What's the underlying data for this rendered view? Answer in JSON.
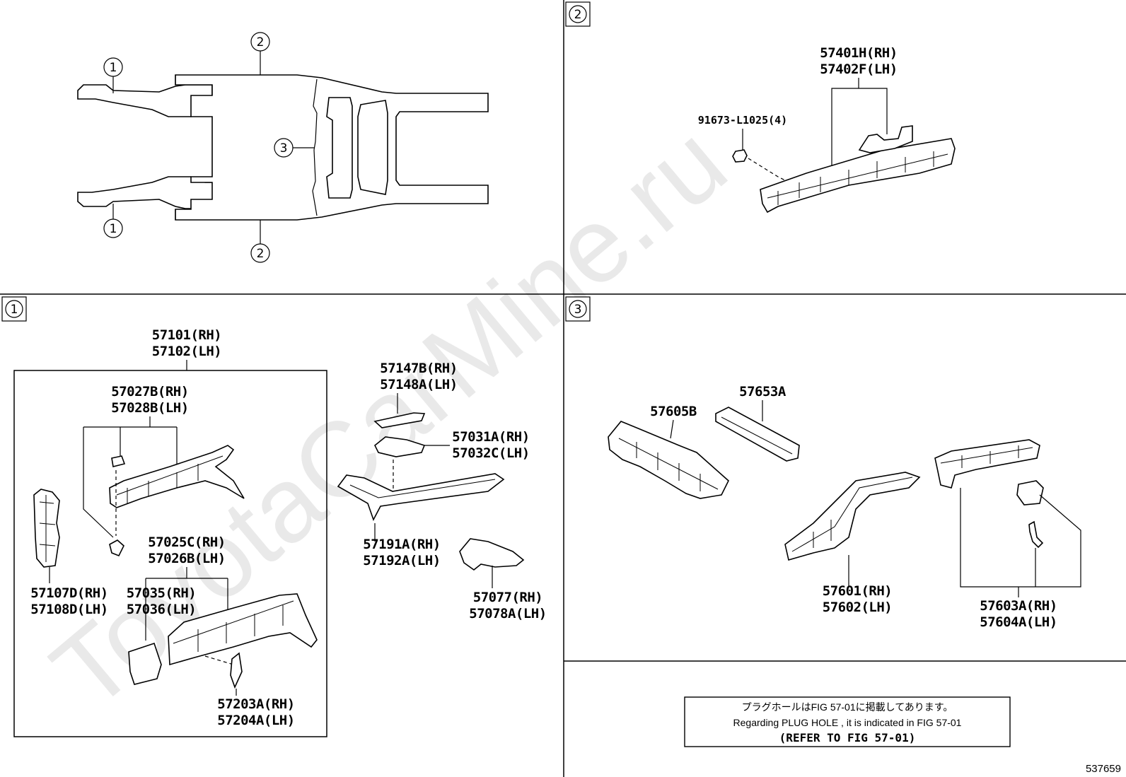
{
  "watermark": "ToyotaCarMine.ru",
  "figure_number": "537659",
  "overview": {
    "callout_1": "1",
    "callout_2": "2",
    "callout_3": "3"
  },
  "section_2": {
    "marker": "2",
    "parts": {
      "rail_rh": "57401H(RH)",
      "rail_lh": "57402F(LH)",
      "nut": "91673-L1025(4)"
    }
  },
  "section_1": {
    "marker": "1",
    "parts": {
      "main_rh": "57101(RH)",
      "main_lh": "57102(LH)",
      "p57027_rh": "57027B(RH)",
      "p57028_lh": "57028B(LH)",
      "p57107_rh": "57107D(RH)",
      "p57108_lh": "57108D(LH)",
      "p57025_rh": "57025C(RH)",
      "p57026_lh": "57026B(LH)",
      "p57035_rh": "57035(RH)",
      "p57036_lh": "57036(LH)",
      "p57203_rh": "57203A(RH)",
      "p57204_lh": "57204A(LH)",
      "p57147_rh": "57147B(RH)",
      "p57148_lh": "57148A(LH)",
      "p57031_rh": "57031A(RH)",
      "p57032_lh": "57032C(LH)",
      "p57191_rh": "57191A(RH)",
      "p57192_lh": "57192A(LH)",
      "p57077_rh": "57077(RH)",
      "p57078_lh": "57078A(LH)"
    }
  },
  "section_3": {
    "marker": "3",
    "parts": {
      "p57653": "57653A",
      "p57605": "57605B",
      "p57601_rh": "57601(RH)",
      "p57602_lh": "57602(LH)",
      "p57603_rh": "57603A(RH)",
      "p57604_lh": "57604A(LH)"
    }
  },
  "note": {
    "japanese": "プラグホールはFIG 57-01に掲載してあります。",
    "english": "Regarding  PLUG  HOLE , it is indicated in FIG  57-01",
    "refer": "(REFER TO FIG 57-01)"
  }
}
